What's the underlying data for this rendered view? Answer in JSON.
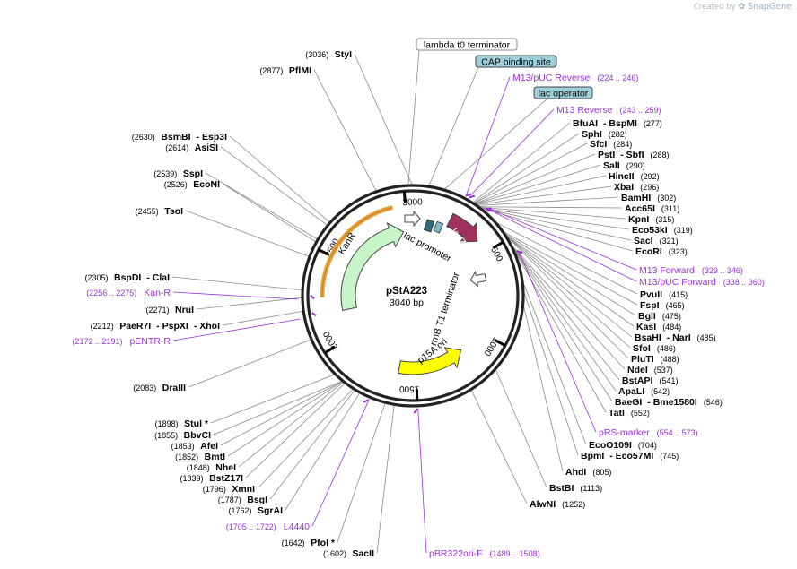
{
  "watermark": {
    "prefix": "Created by",
    "brand": "SnapGene"
  },
  "plasmid": {
    "name": "pStA223",
    "length_label": "3040 bp",
    "length": 3040
  },
  "ticks": [
    "500",
    "1000",
    "1500",
    "2000",
    "2500",
    "3000"
  ],
  "features": [
    {
      "name": "KanR",
      "fill": "#c8f5c8",
      "stroke": "#444444"
    },
    {
      "name": "lacZα",
      "fill": "#a0305c",
      "stroke": "#444444"
    },
    {
      "name": "p15A ori",
      "fill": "#ffff00",
      "stroke": "#444444"
    },
    {
      "name": "lac promoter",
      "fill": "#ffffff",
      "stroke": "#444444"
    },
    {
      "name": "rrnB T1 terminator",
      "fill": "#ffffff",
      "stroke": "#444444"
    },
    {
      "name": "lambda t0 terminator",
      "fill": "#ffffff",
      "stroke": "#888888"
    },
    {
      "name": "CAP binding site",
      "fill": "#9ed0dc",
      "stroke": "#444444"
    },
    {
      "name": "lac operator",
      "fill": "#9ed0dc",
      "stroke": "#444444"
    }
  ],
  "primers": [
    {
      "name": "M13/pUC Reverse",
      "range": "(224 .. 246)"
    },
    {
      "name": "M13 Reverse",
      "range": "(243 .. 259)"
    },
    {
      "name": "M13 Forward",
      "range": "(329 .. 346)"
    },
    {
      "name": "M13/pUC Forward",
      "range": "(338 .. 360)"
    },
    {
      "name": "pRS-marker",
      "range": "(554 .. 573)"
    },
    {
      "name": "pBR322ori-F",
      "range": "(1489 .. 1508)"
    },
    {
      "name": "L4440",
      "range": "(1705 .. 1722)"
    },
    {
      "name": "pENTR-R",
      "range": "(2172 .. 2191)"
    },
    {
      "name": "Kan-R",
      "range": "(2256 .. 2275)"
    }
  ],
  "sites_right": [
    {
      "name": "BfuAI",
      "name2": "BspMI",
      "pos": "(277)"
    },
    {
      "name": "SphI",
      "pos": "(282)"
    },
    {
      "name": "SfcI",
      "pos": "(284)"
    },
    {
      "name": "PstI",
      "name2": "SbfI",
      "pos": "(288)"
    },
    {
      "name": "SalI",
      "pos": "(290)"
    },
    {
      "name": "HincII",
      "pos": "(292)"
    },
    {
      "name": "XbaI",
      "pos": "(296)"
    },
    {
      "name": "BamHI",
      "pos": "(302)"
    },
    {
      "name": "Acc65I",
      "pos": "(311)"
    },
    {
      "name": "KpnI",
      "pos": "(315)"
    },
    {
      "name": "Eco53kI",
      "pos": "(319)"
    },
    {
      "name": "SacI",
      "pos": "(321)"
    },
    {
      "name": "EcoRI",
      "pos": "(323)"
    },
    {
      "name": "PvuII",
      "pos": "(415)"
    },
    {
      "name": "FspI",
      "pos": "(465)"
    },
    {
      "name": "BglI",
      "pos": "(475)"
    },
    {
      "name": "KasI",
      "pos": "(484)"
    },
    {
      "name": "BsaHI",
      "name2": "NarI",
      "pos": "(485)"
    },
    {
      "name": "SfoI",
      "pos": "(486)"
    },
    {
      "name": "PluTI",
      "pos": "(488)"
    },
    {
      "name": "NdeI",
      "pos": "(537)"
    },
    {
      "name": "BstAPI",
      "pos": "(541)"
    },
    {
      "name": "ApaLI",
      "pos": "(542)"
    },
    {
      "name": "BaeGI",
      "name2": "Bme1580I",
      "pos": "(546)"
    },
    {
      "name": "TatI",
      "pos": "(552)"
    },
    {
      "name": "EcoO109I",
      "pos": "(704)"
    },
    {
      "name": "BpmI",
      "name2": "Eco57MI",
      "pos": "(745)"
    },
    {
      "name": "AhdI",
      "pos": "(805)"
    },
    {
      "name": "BstBI",
      "pos": "(1113)"
    },
    {
      "name": "AlwNI",
      "pos": "(1252)"
    }
  ],
  "sites_left": [
    {
      "name": "StyI",
      "pos": "(3036)"
    },
    {
      "name": "PflMI",
      "pos": "(2877)"
    },
    {
      "name": "BsmBI",
      "name2": "Esp3I",
      "pos": "(2630)"
    },
    {
      "name": "AsiSI",
      "pos": "(2614)"
    },
    {
      "name": "SspI",
      "pos": "(2539)"
    },
    {
      "name": "EcoNI",
      "pos": "(2526)"
    },
    {
      "name": "TsoI",
      "pos": "(2455)"
    },
    {
      "name": "BspDI",
      "name2": "ClaI",
      "pos": "(2305)"
    },
    {
      "name": "NruI",
      "pos": "(2271)"
    },
    {
      "name": "PaeR7I",
      "name2": "PspXI",
      "name3": "XhoI",
      "pos": "(2212)"
    },
    {
      "name": "DraIII",
      "pos": "(2083)"
    },
    {
      "name": "StuI *",
      "pos": "(1898)"
    },
    {
      "name": "BbvCI",
      "pos": "(1855)"
    },
    {
      "name": "AfeI",
      "pos": "(1853)"
    },
    {
      "name": "BmtI",
      "pos": "(1852)"
    },
    {
      "name": "NheI",
      "pos": "(1848)"
    },
    {
      "name": "BstZ17I",
      "pos": "(1839)"
    },
    {
      "name": "XmnI",
      "pos": "(1796)"
    },
    {
      "name": "BsgI",
      "pos": "(1787)"
    },
    {
      "name": "SgrAI",
      "pos": "(1762)"
    },
    {
      "name": "PfoI *",
      "pos": "(1642)"
    },
    {
      "name": "SacII",
      "pos": "(1602)"
    }
  ]
}
